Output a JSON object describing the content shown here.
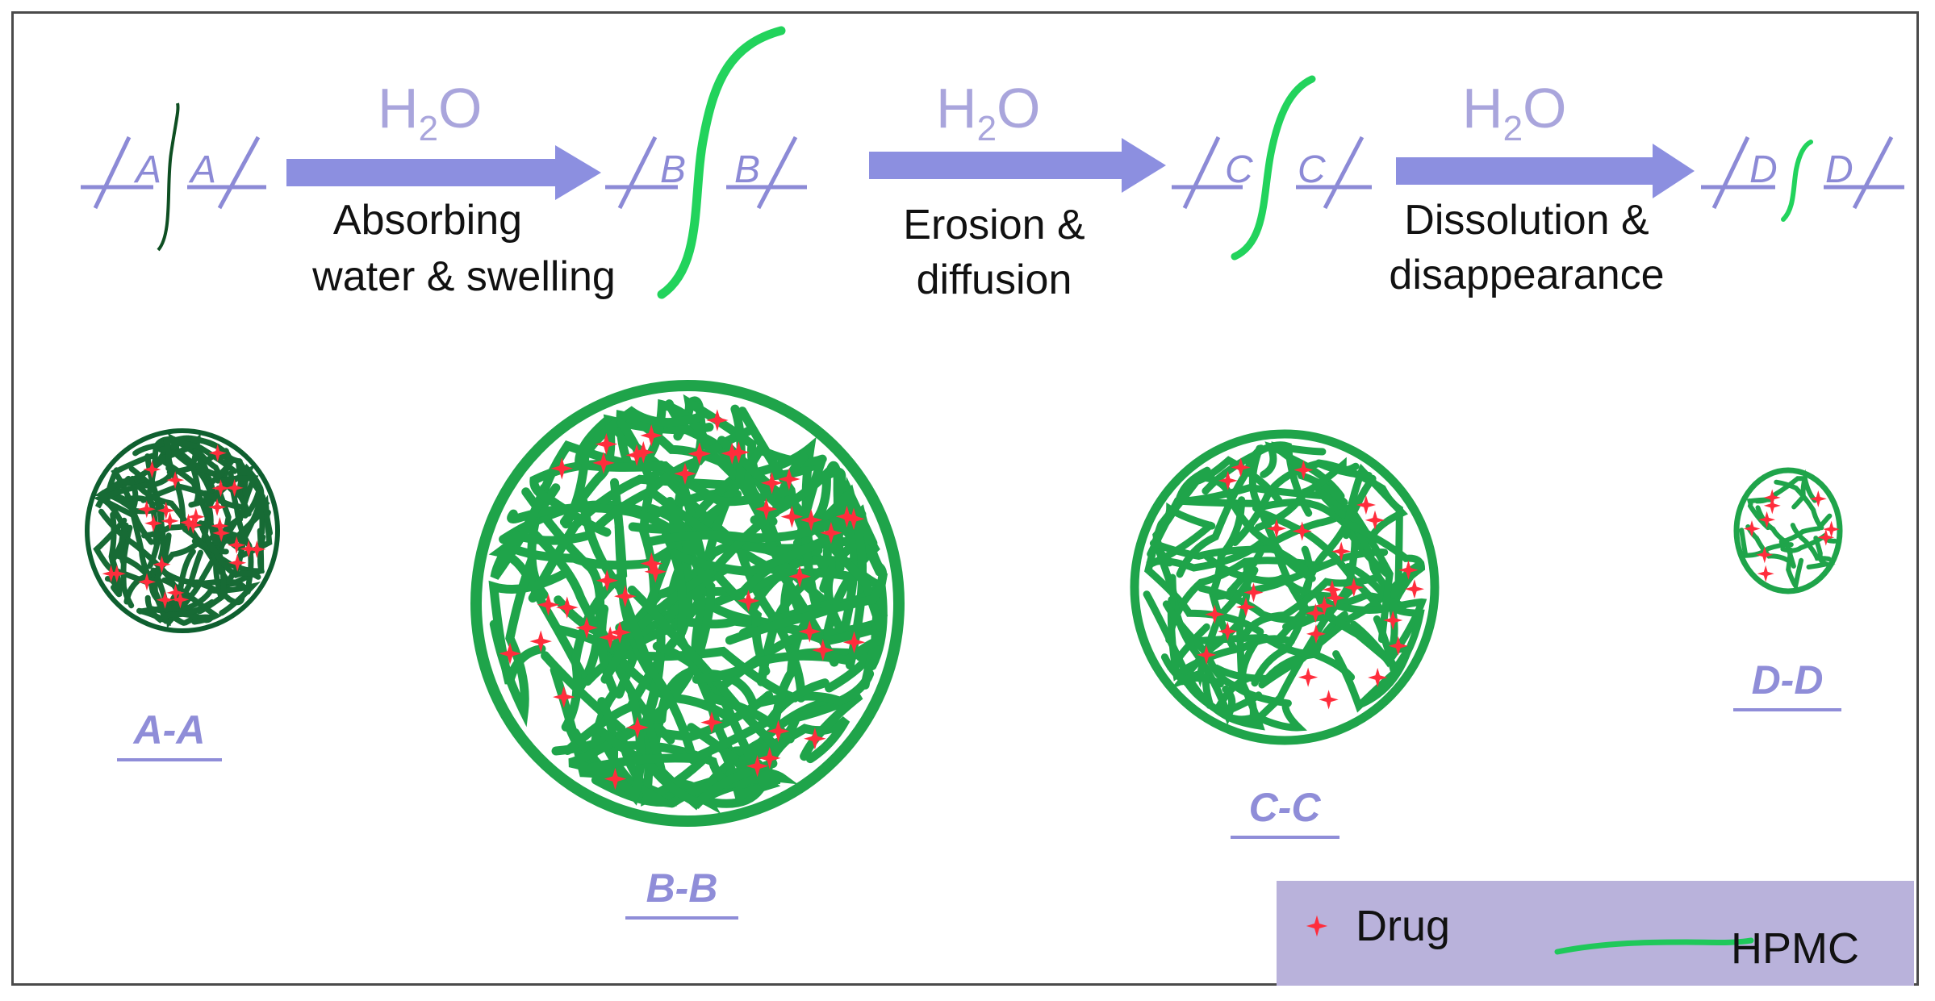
{
  "colors": {
    "frame": "#4a4a4a",
    "arrow": "#8c8fe0",
    "water_text": "#a9a5dc",
    "section_marker": "#8c8ad6",
    "hpmc_strand": "#1fa44a",
    "hpmc_dark": "#0e5f2f",
    "drug": "#ff2d3c",
    "legend_bg": "#b9b2db"
  },
  "arrows": [
    {
      "water": "H",
      "water_sub": "2",
      "water_end": "O",
      "line1": "Absorbing",
      "line2": "water & swelling"
    },
    {
      "water": "H",
      "water_sub": "2",
      "water_end": "O",
      "line1": "Erosion &",
      "line2": "diffusion"
    },
    {
      "water": "H",
      "water_sub": "2",
      "water_end": "O",
      "line1": "Dissolution &",
      "line2": "disappearance"
    }
  ],
  "cut_markers": [
    {
      "letter_left": "A",
      "letter_right": "A"
    },
    {
      "letter_left": "B",
      "letter_right": "B"
    },
    {
      "letter_left": "C",
      "letter_right": "C"
    },
    {
      "letter_left": "D",
      "letter_right": "D"
    }
  ],
  "sections": [
    {
      "label": "A-A"
    },
    {
      "label": "B-B"
    },
    {
      "label": "C-C"
    },
    {
      "label": "D-D"
    }
  ],
  "legend": {
    "drug_label": "Drug",
    "hpmc_label": "HPMC"
  }
}
